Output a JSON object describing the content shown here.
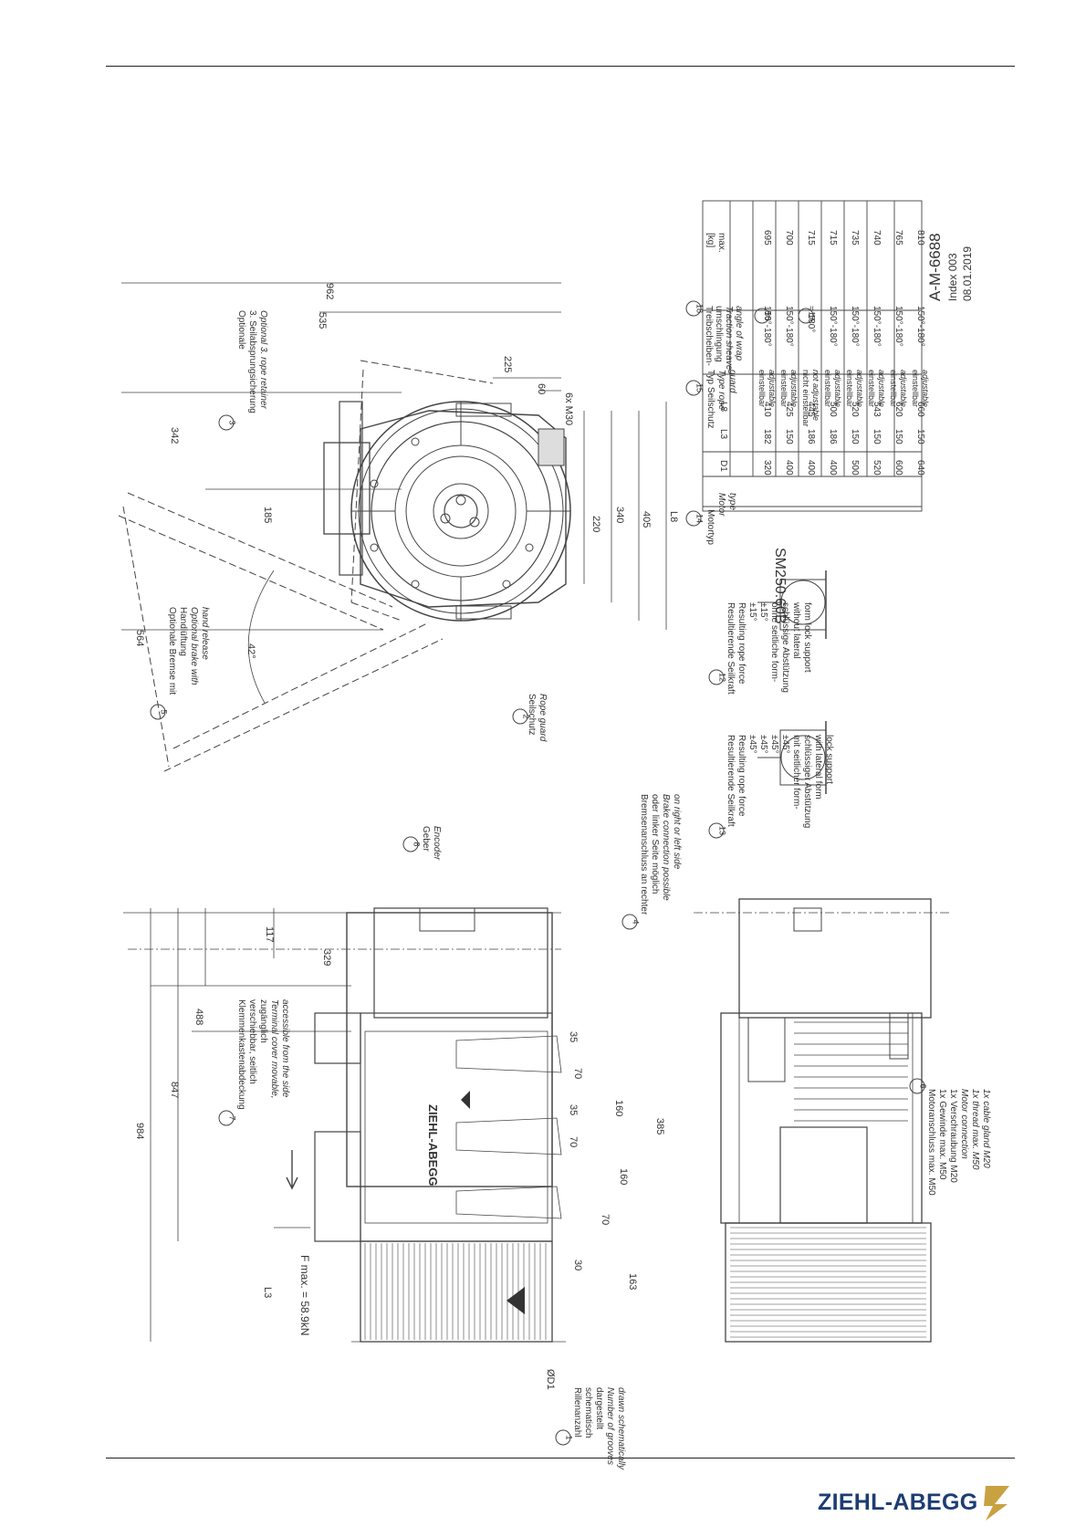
{
  "drawing": {
    "number": "A-M-6688",
    "index": "Index 003",
    "date": "08.01.2019",
    "model": "SM250.60B"
  },
  "dimensions": {
    "top_view": [
      "564",
      "342",
      "185",
      "962",
      "535",
      "225",
      "60",
      "6x M30",
      "220",
      "340",
      "405",
      "L8",
      "42°"
    ],
    "side_view": [
      "984",
      "847",
      "488",
      "117",
      "329",
      "35",
      "70",
      "35",
      "70",
      "160",
      "160",
      "385",
      "70",
      "30",
      "163",
      "L3",
      "ØD1"
    ],
    "force": "F max. = 58.9kN"
  },
  "callouts": {
    "c1": {
      "num": "1",
      "lines": [
        "Rillenanzahl",
        "schematisch",
        "dargestellt",
        "Number of grooves",
        "drawn schematically"
      ]
    },
    "c2": {
      "num": "2",
      "lines": [
        "Seilschutz",
        "Rope guard"
      ]
    },
    "c3": {
      "num": "3",
      "lines": [
        "Optionale",
        "3. Seilabsprungsicherung",
        "Optional 3. rope retainer"
      ]
    },
    "c4": {
      "num": "4",
      "lines": [
        "Bremsenanschluss an rechter",
        "oder linker Seite möglich",
        "Brake connection possible",
        "on right or left side"
      ]
    },
    "c5": {
      "num": "5",
      "lines": [
        "Optionale Bremse mit",
        "Handlüftung",
        "Optional brake with",
        "hand release"
      ]
    },
    "c6": {
      "num": "6",
      "lines": [
        "Motoranschluss max. M50",
        "1x Gewinde max. M50",
        "1x Verschraubung M20",
        "Motor connection",
        "1x thread max. M50",
        "1x cable gland M20"
      ]
    },
    "c7": {
      "num": "7",
      "lines": [
        "Klemmenkastenabdeckung",
        "verschiebbar, seitlich",
        "zugänglich",
        "Terminal cover movable,",
        "accessible from the side"
      ]
    },
    "c8": {
      "num": "8",
      "lines": [
        "Geber",
        "Encoder"
      ]
    },
    "c12": {
      "num": "12",
      "lines": [
        "Resultierende Seilkraft",
        "Resulting rope force",
        "±15°",
        "±15°",
        "ohne seitliche form-",
        "schlüssige Abstützung",
        "without lateral",
        "form lock support"
      ]
    },
    "c13": {
      "num": "13",
      "lines": [
        "Resultierende Seilkraft",
        "Resulting rope force",
        "±45°",
        "±45°",
        "±45°",
        "±45°",
        "mit seitlicher form-",
        "schlüssiger Abstützung",
        "with lateral form",
        "lock support"
      ]
    }
  },
  "table": {
    "col_nums": [
      "14",
      "15",
      "18"
    ],
    "headers": [
      "Motortyp\nMotor\ntype",
      "D1",
      "L3",
      "L8",
      "Typ Seilschutz\nType rope\nguard",
      "Treibscheiben-\numschlingung\nTraction sheave\nangle of wrap",
      "[kg]\nmax."
    ],
    "rows": [
      [
        "320",
        "182",
        "410",
        "einstellbar adjustable",
        "150°-180°",
        "695"
      ],
      [
        "400",
        "150",
        "425",
        "einstellbar adjustable",
        "150°-180°",
        "700"
      ],
      [
        "400",
        "186",
        "445",
        "nicht einstellbar not adjustable",
        "= 180°",
        "715"
      ],
      [
        "400",
        "186",
        "500",
        "einstellbar adjustable",
        "150°-180°",
        "715"
      ],
      [
        "500",
        "150",
        "520",
        "einstellbar adjustable",
        "150°-180°",
        "735"
      ],
      [
        "520",
        "150",
        "543",
        "einstellbar adjustable",
        "150°-180°",
        "740"
      ],
      [
        "600",
        "150",
        "620",
        "einstellbar adjustable",
        "150°-180°",
        "765"
      ],
      [
        "640",
        "150",
        "660",
        "einstellbar adjustable",
        "150°-180°",
        "810"
      ]
    ],
    "row_marks": [
      "16",
      "17"
    ]
  },
  "brand": {
    "name": "ZIEHL-ABEGG",
    "color_text": "#1d3d73",
    "color_mark": "#c8a241"
  }
}
